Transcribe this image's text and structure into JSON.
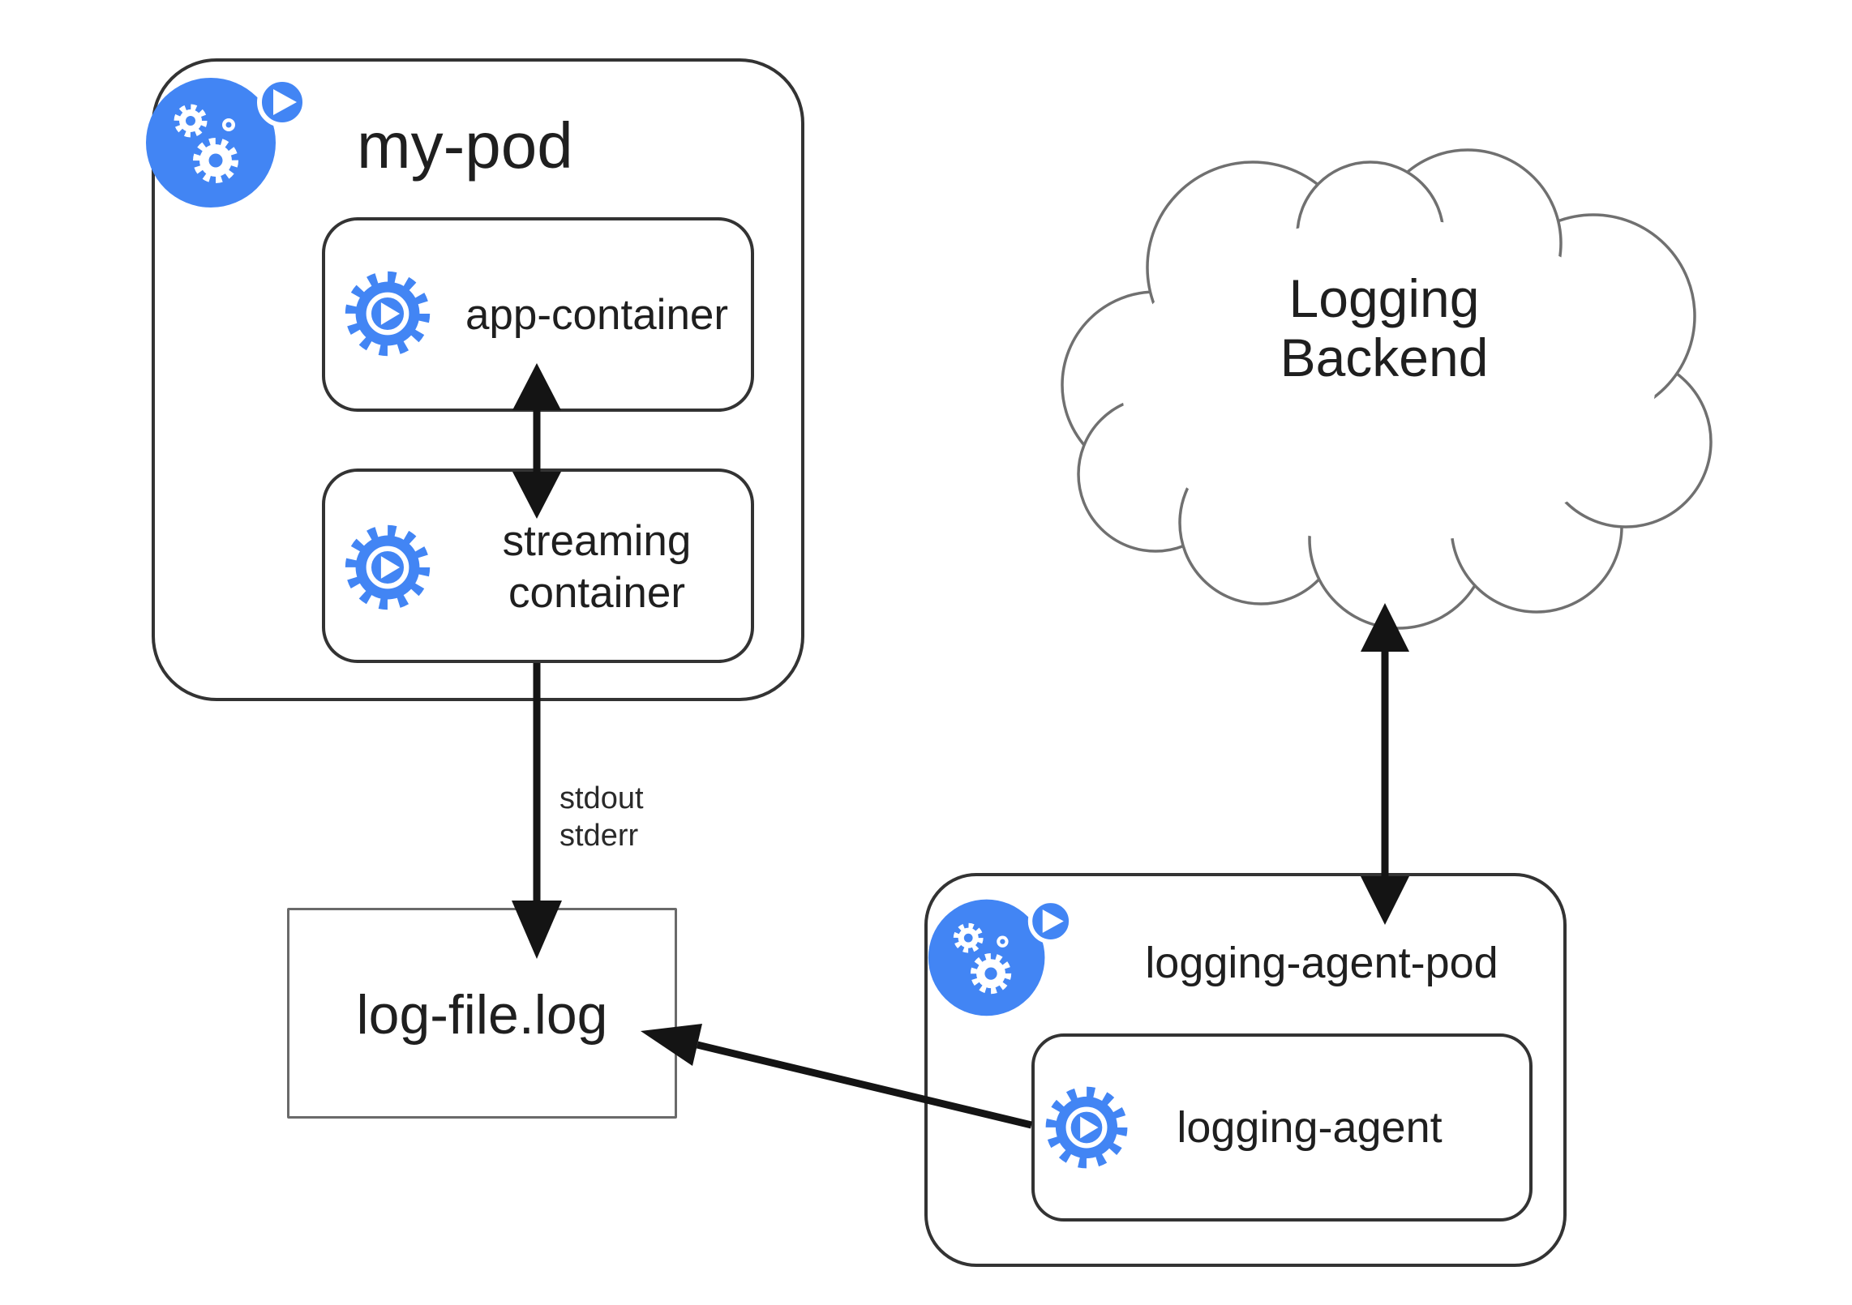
{
  "title": "Kubernetes sidecar streaming-container logging diagram",
  "colors": {
    "background": "#ffffff",
    "icon_blue": "#4285F4",
    "box_border": "#333333",
    "file_box_border": "#6a6a6a",
    "cloud_border": "#707070",
    "arrow": "#141414",
    "text": "#1f1f1f"
  },
  "nodes": {
    "my_pod": {
      "label": "my-pod",
      "kind": "pod"
    },
    "app_container": {
      "label": "app-container",
      "kind": "container"
    },
    "streaming_container": {
      "label": "streaming\ncontainer",
      "kind": "container"
    },
    "log_file": {
      "label": "log-file.log",
      "kind": "file"
    },
    "logging_backend": {
      "label": "Logging\nBackend",
      "kind": "cloud"
    },
    "logging_agent_pod": {
      "label": "logging-agent-pod",
      "kind": "pod"
    },
    "logging_agent": {
      "label": "logging-agent",
      "kind": "container"
    }
  },
  "edges": [
    {
      "from": "app-container",
      "to": "streaming container",
      "type": "bidirectional",
      "label": ""
    },
    {
      "from": "streaming container (my-pod)",
      "to": "log-file.log",
      "type": "arrow",
      "label": "stdout\nstderr"
    },
    {
      "from": "logging-agent",
      "to": "log-file.log",
      "type": "arrow",
      "label": ""
    },
    {
      "from": "logging-agent-pod",
      "to": "Logging Backend",
      "type": "bidirectional",
      "label": ""
    }
  ],
  "icons": {
    "pod_icon": "kubernetes-pod-icon",
    "container_icon": "container-gear-icon"
  }
}
